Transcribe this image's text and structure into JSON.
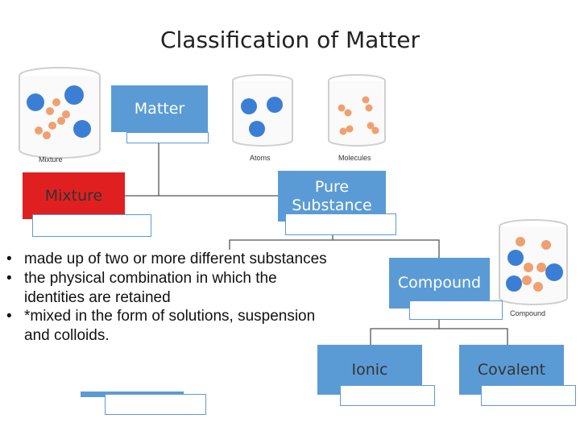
{
  "title": "Classification of Matter",
  "nodes": {
    "matter": "Matter",
    "mixture": "Mixture",
    "pure_substance": "Pure Substance",
    "compound": "Compound",
    "ionic": "Ionic",
    "covalent": "Covalent"
  },
  "jars": {
    "mixture": "Mixture",
    "atoms": "Atoms",
    "molecules": "Molecules",
    "compound": "Compound"
  },
  "mixture_notes": [
    "made up of two or more different substances",
    "the physical combination in which the identities are retained",
    "*mixed in the form of solutions, suspension and colloids."
  ],
  "colors": {
    "node_blue": "#5b9bd5",
    "mixture_red": "#e02020",
    "atom_blue": "#3a7fd5",
    "molecule_orange": "#f0a070"
  }
}
